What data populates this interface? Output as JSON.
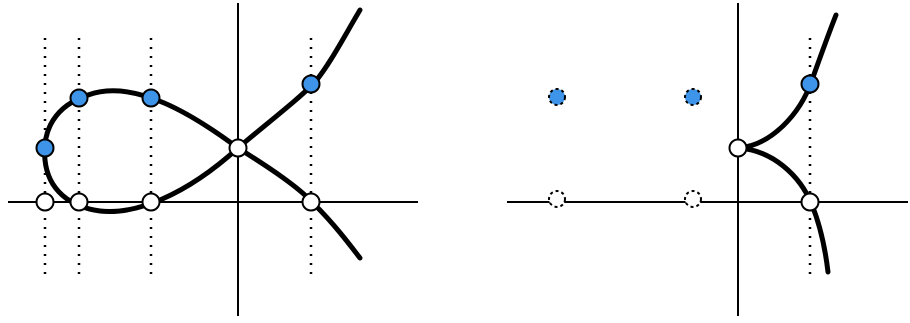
{
  "colors": {
    "background": "#ffffff",
    "ink": "#000000",
    "blue_point": "#3d94e8",
    "hollow_point": "#ffffff"
  },
  "panels": [
    {
      "id": "left",
      "description_shape": "nodal cubic with self-intersection loop",
      "point_styles": {
        "blue": "solid-outline",
        "hollow": "solid-outline"
      }
    },
    {
      "id": "right",
      "description_shape": "cuspidal cubic",
      "point_styles": {
        "blue": "mixed",
        "hollow": "mixed"
      }
    }
  ]
}
